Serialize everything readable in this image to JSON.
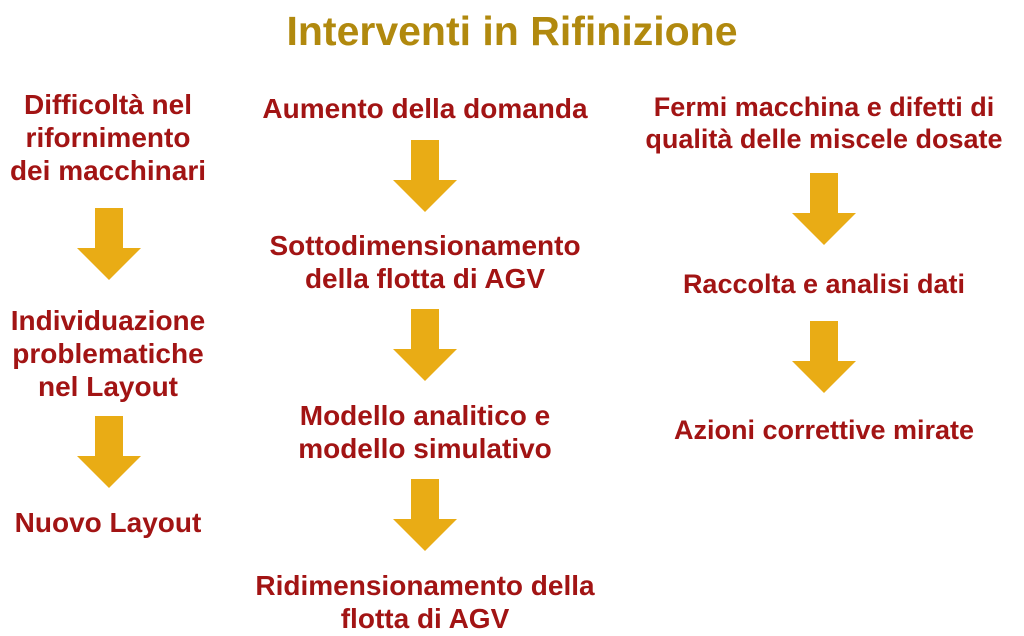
{
  "title": "Interventi in Rifinizione",
  "colors": {
    "background": "#FFFFFF",
    "title_gold": "#B1890E",
    "arrow_gold": "#E9AC15",
    "text_red": "#A21414"
  },
  "icons": {
    "arrow": "down-block-arrow"
  },
  "columns": [
    {
      "name": "layout-intervention",
      "steps": [
        "Difficoltà nel\nrifornimento\ndei macchinari",
        "Individuazione\nproblematiche\nnel Layout",
        "Nuovo Layout"
      ]
    },
    {
      "name": "agv-fleet-intervention",
      "steps": [
        "Aumento della domanda",
        "Sottodimensionamento\ndella flotta di AGV",
        "Modello analitico e\nmodello simulativo",
        "Ridimensionamento della\nflotta di AGV"
      ]
    },
    {
      "name": "quality-intervention",
      "steps": [
        "Fermi macchina e difetti di\nqualità delle miscele dosate",
        "Raccolta e analisi dati",
        "Azioni correttive mirate"
      ]
    }
  ]
}
